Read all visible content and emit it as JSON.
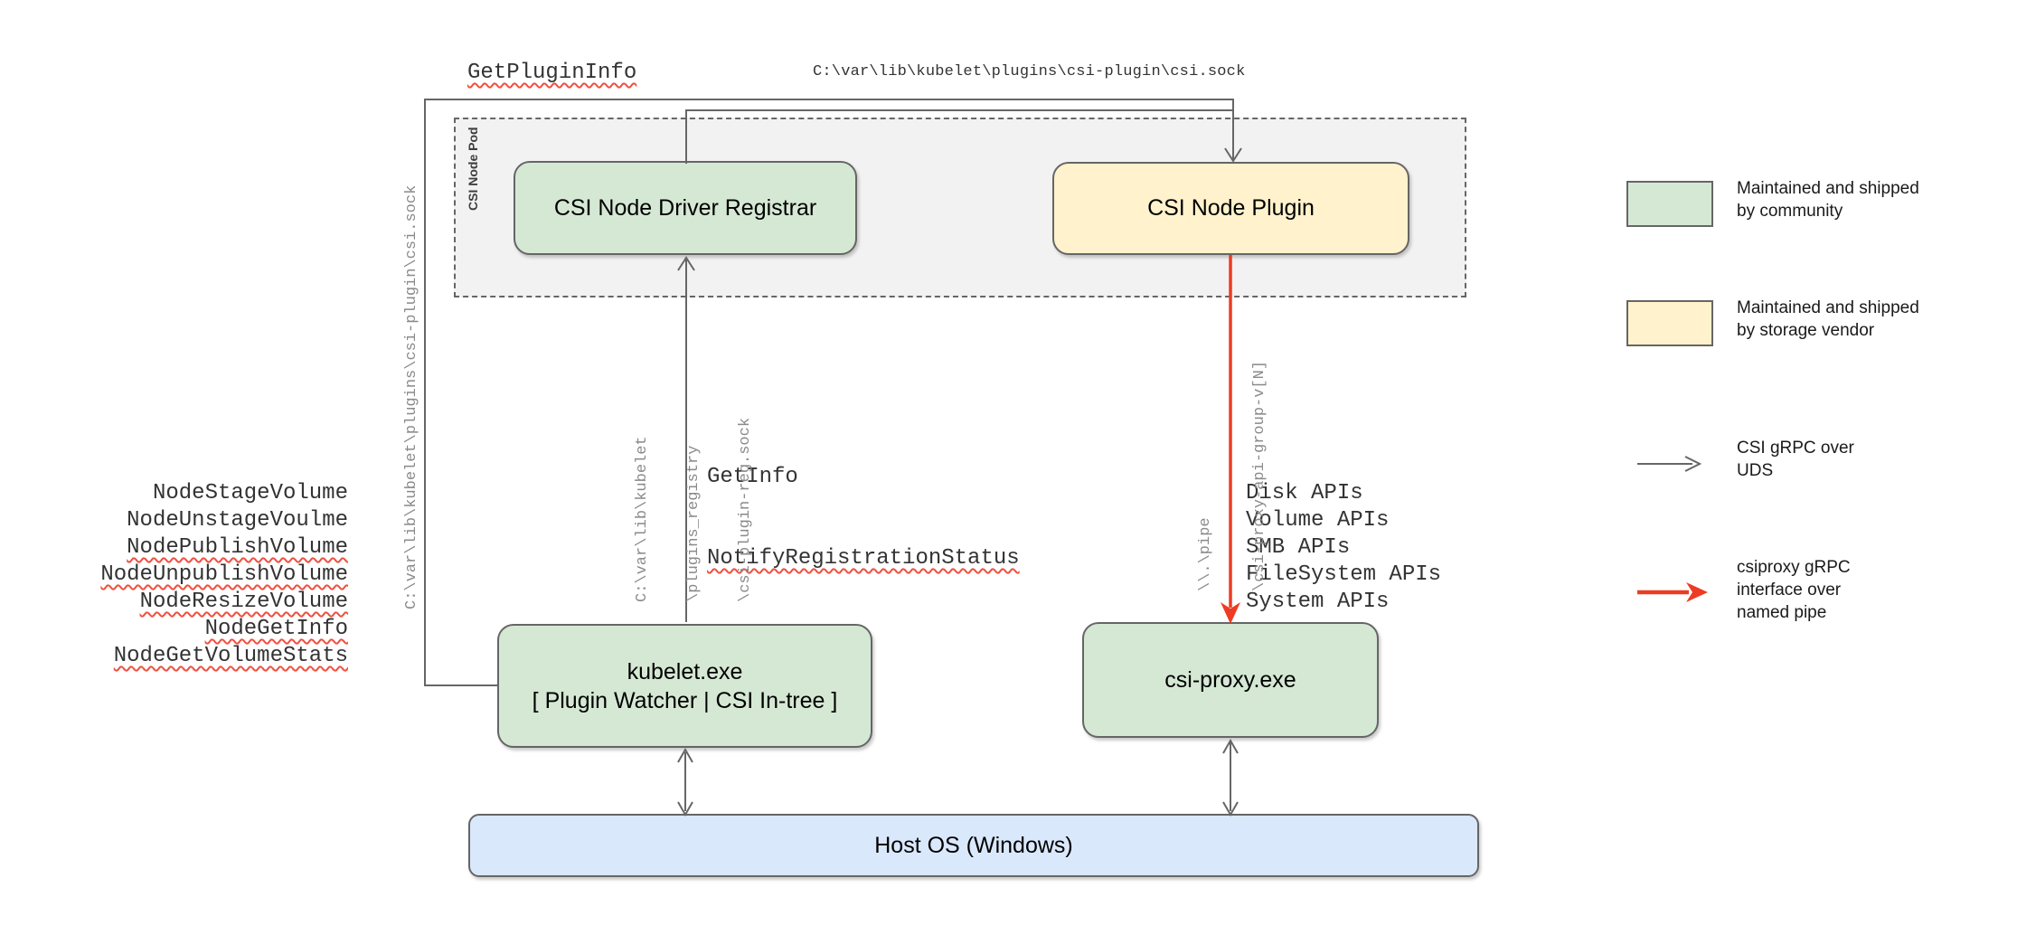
{
  "labels": {
    "get_plugin_info": "GetPluginInfo",
    "csi_sock_top": "C:\\var\\lib\\kubelet\\plugins\\csi-plugin\\csi.sock",
    "csi_sock_left": "C:\\var\\lib\\kubelet\\plugins\\csi-plugin\\csi.sock",
    "get_info": "GetInfo",
    "notify_registration_status": "NotifyRegistrationStatus",
    "pod_label": "CSI Node Pod"
  },
  "reg_sock_lines": [
    "C:\\var\\lib\\kubelet",
    "\\plugins_registry",
    "\\csi-plugin-reg.sock"
  ],
  "pipe_lines": [
    "\\\\.\\pipe",
    "\\csi-proxy-api-group-v[N]"
  ],
  "node_calls": [
    {
      "text": "NodeStageVolume",
      "squiggle": false
    },
    {
      "text": "NodeUnstageVoulme",
      "squiggle": false
    },
    {
      "text": "NodePublishVolume",
      "squiggle": true
    },
    {
      "text": "NodeUnpublishVolume",
      "squiggle": true
    },
    {
      "text": "NodeResizeVolume",
      "squiggle": true
    },
    {
      "text": "NodeGetInfo",
      "squiggle": true
    },
    {
      "text": "NodeGetVolumeStats",
      "squiggle": true
    }
  ],
  "api_calls": [
    {
      "text": "Disk APIs",
      "squiggle": false
    },
    {
      "text": "Volume APIs",
      "squiggle": false
    },
    {
      "text": "SMB APIs",
      "squiggle": false
    },
    {
      "text": "FileSystem APIs",
      "squiggle": false
    },
    {
      "text": "System APIs",
      "squiggle": false
    }
  ],
  "boxes": {
    "registrar": {
      "label": "CSI Node Driver Registrar"
    },
    "plugin": {
      "label": "CSI Node Plugin"
    },
    "kubelet": {
      "line1": "kubelet.exe",
      "line2": "[ Plugin Watcher | CSI In-tree ]"
    },
    "csi_proxy": {
      "label": "csi-proxy.exe"
    },
    "host": {
      "label": "Host OS (Windows)"
    }
  },
  "legend": {
    "community": {
      "line1": "Maintained and shipped",
      "line2": "by community"
    },
    "vendor": {
      "line1": "Maintained and shipped",
      "line2": "by storage vendor"
    },
    "uds": {
      "line1": "CSI gRPC over",
      "line2": "UDS"
    },
    "named_pipe": {
      "line1": "csiproxy gRPC",
      "line2": "interface over",
      "line3": "named pipe"
    }
  },
  "colors": {
    "community_green": "#d5e8d4",
    "vendor_yellow": "#fff2cc",
    "host_blue": "#dae8fc",
    "pod_gray": "#f2f2f2",
    "line_gray": "#666666",
    "grpc_red": "#ee3b24",
    "squiggle_red": "#ef5040"
  }
}
